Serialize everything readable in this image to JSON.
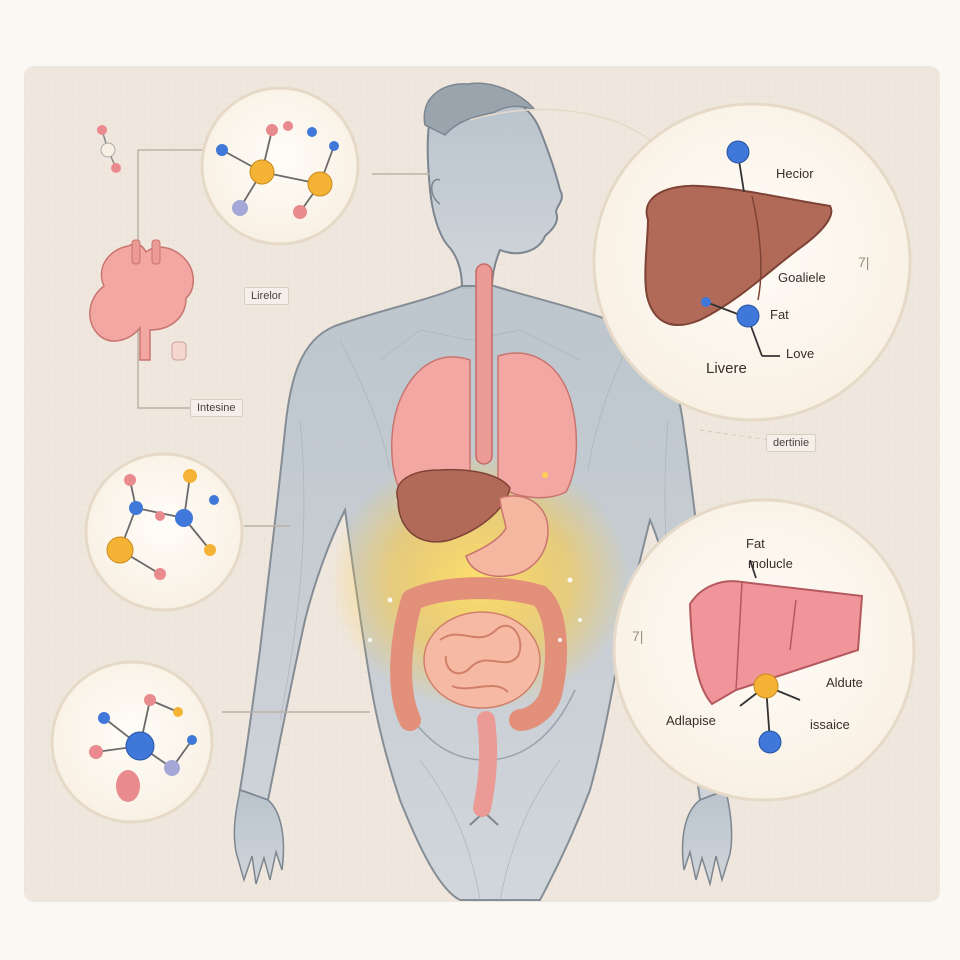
{
  "colors": {
    "panel": "#efe7dd",
    "body_fill": "#c7cfd6",
    "lung": "#f2a7a3",
    "liver": "#b26a58",
    "intestine": "#f0a892",
    "glow": "#ffd24a",
    "molecule_orange": "#f5b335",
    "molecule_blue": "#3f78d8",
    "molecule_pink": "#e98b8e"
  },
  "labels": {
    "left_tag_1": "Lirelor",
    "left_tag_2": "Intesine",
    "right_tag": "dertinie",
    "liver_callout": {
      "header": "Hecior",
      "gallbladder": "Goaliele",
      "fat": "Fat",
      "liver": "Livere",
      "love": "Love"
    },
    "fat_callout": {
      "fat": "Fat",
      "molecule": "molucle",
      "aldute": "Aldute",
      "adipose": "Adlapise",
      "tissue": "issaice"
    },
    "stray_1": "7|",
    "stray_2": "7|"
  }
}
